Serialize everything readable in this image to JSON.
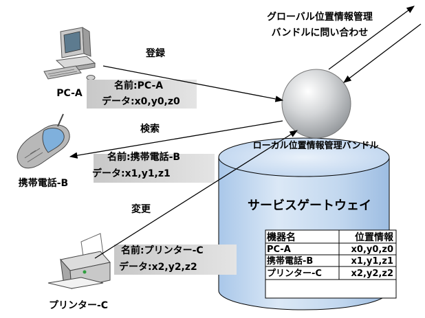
{
  "global_query": {
    "line1": "グローバル位置情報管理",
    "line2": "バンドルに問い合わせ"
  },
  "local_bundle": {
    "label": "ローカル位置情報管理バンドル"
  },
  "gateway": {
    "title": "サービスゲートウェイ",
    "table": {
      "headers": [
        "機器名",
        "位置情報"
      ],
      "rows": [
        [
          "PC-A",
          "x0,y0,z0"
        ],
        [
          "携帯電話-B",
          "x1,y1,z1"
        ],
        [
          "プリンター-C",
          "x2,y2,z2"
        ],
        [
          "",
          ""
        ]
      ]
    }
  },
  "devices": {
    "pc": {
      "label": "PC-A",
      "action": "登録",
      "info_name": "名前:PC-A",
      "info_data": "データ:x0,y0,z0"
    },
    "phone": {
      "label": "携帯電話-B",
      "action": "検索",
      "info_name": "名前:携帯電話-B",
      "info_data": "データ:x1,y1,z1"
    },
    "printer": {
      "label": "プリンター-C",
      "action": "変更",
      "info_name": "名前:プリンター-C",
      "info_data": "データ:x2,y2,z2"
    }
  }
}
